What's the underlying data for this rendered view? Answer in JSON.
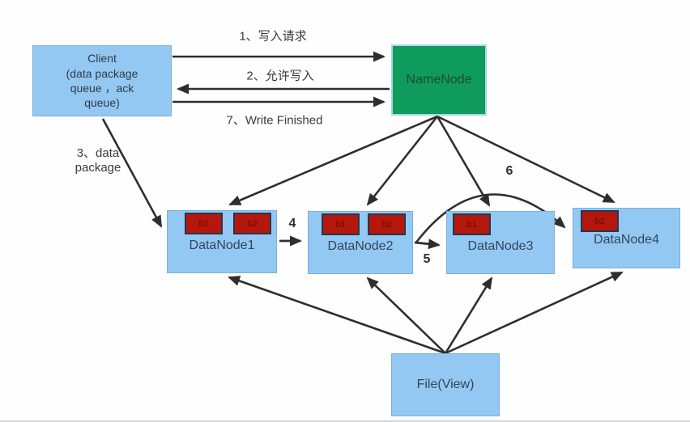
{
  "diagram_title": "HDFS write pipeline diagram",
  "nodes": {
    "client": {
      "label": "Client\n(data package\nqueue ，ack\nqueue)"
    },
    "namenode": {
      "label": "NameNode"
    },
    "datanode1": {
      "label": "DataNode1",
      "blocks": [
        "b1",
        "b2"
      ]
    },
    "datanode2": {
      "label": "DataNode2",
      "blocks": [
        "b1",
        "b2"
      ]
    },
    "datanode3": {
      "label": "DataNode3",
      "blocks": [
        "b1"
      ]
    },
    "datanode4": {
      "label": "DataNode4",
      "blocks": [
        "b2"
      ]
    },
    "file": {
      "label": "File(View)"
    }
  },
  "edge_labels": {
    "write_request": "1、写入请求",
    "allow_write": "2、允许写入",
    "write_finished": "7、Write Finished",
    "data_package": "3、data\npackage",
    "step4": "4",
    "step5": "5",
    "step6": "6"
  },
  "colors": {
    "node_fill": "#93c8f3",
    "namenode_fill": "#0f9b5c",
    "block_fill": "#b5170c",
    "block_border": "#27364f",
    "arrow": "#2e2e2e",
    "background": "#fefefe"
  }
}
